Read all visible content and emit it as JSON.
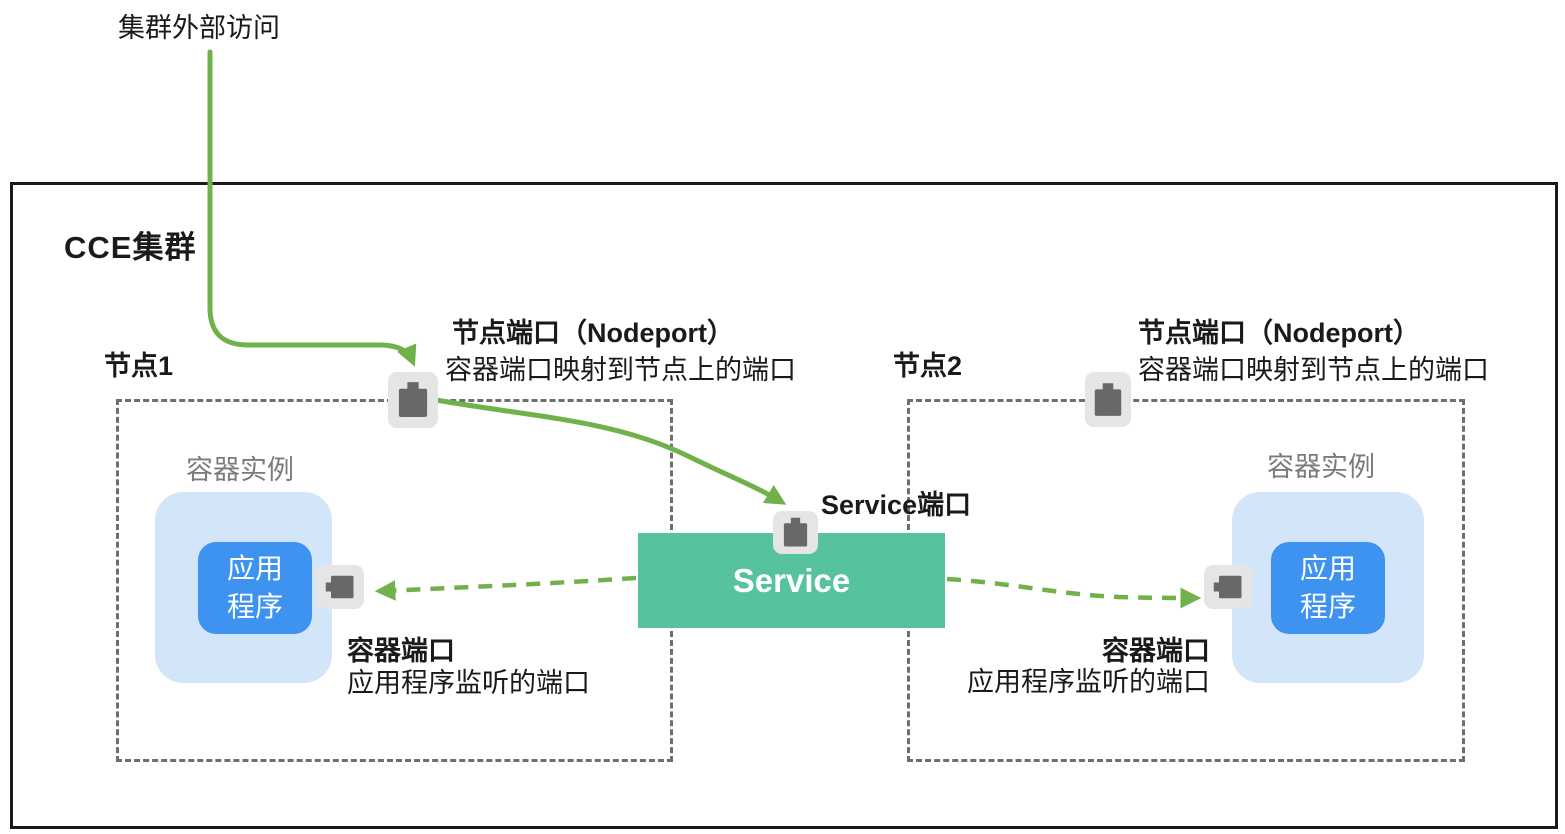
{
  "colors": {
    "green": "#71B14C",
    "teal": "#57C29E",
    "app_blue": "#3E92F0",
    "pod_blue": "#D3E6F9",
    "icon_bg": "#E5E5E5",
    "icon_glyph": "#686868",
    "outline_black": "#1A1A1A",
    "dashed_gray": "#6E6E6E",
    "label_gray": "#7B7B7B"
  },
  "external_access": {
    "label": "集群外部访问"
  },
  "cluster": {
    "title": "CCE集群"
  },
  "service": {
    "label": "Service",
    "port_label": "Service端口"
  },
  "nodes": [
    {
      "name": "节点1",
      "pod_label": "容器实例",
      "app_line1": "应用",
      "app_line2": "程序",
      "nodeport_title": "节点端口（Nodeport）",
      "nodeport_desc": "容器端口映射到节点上的端口",
      "container_port_title": "容器端口",
      "container_port_desc": "应用程序监听的端口"
    },
    {
      "name": "节点2",
      "pod_label": "容器实例",
      "app_line1": "应用",
      "app_line2": "程序",
      "nodeport_title": "节点端口（Nodeport）",
      "nodeport_desc": "容器端口映射到节点上的端口",
      "container_port_title": "容器端口",
      "container_port_desc": "应用程序监听的端口"
    }
  ]
}
